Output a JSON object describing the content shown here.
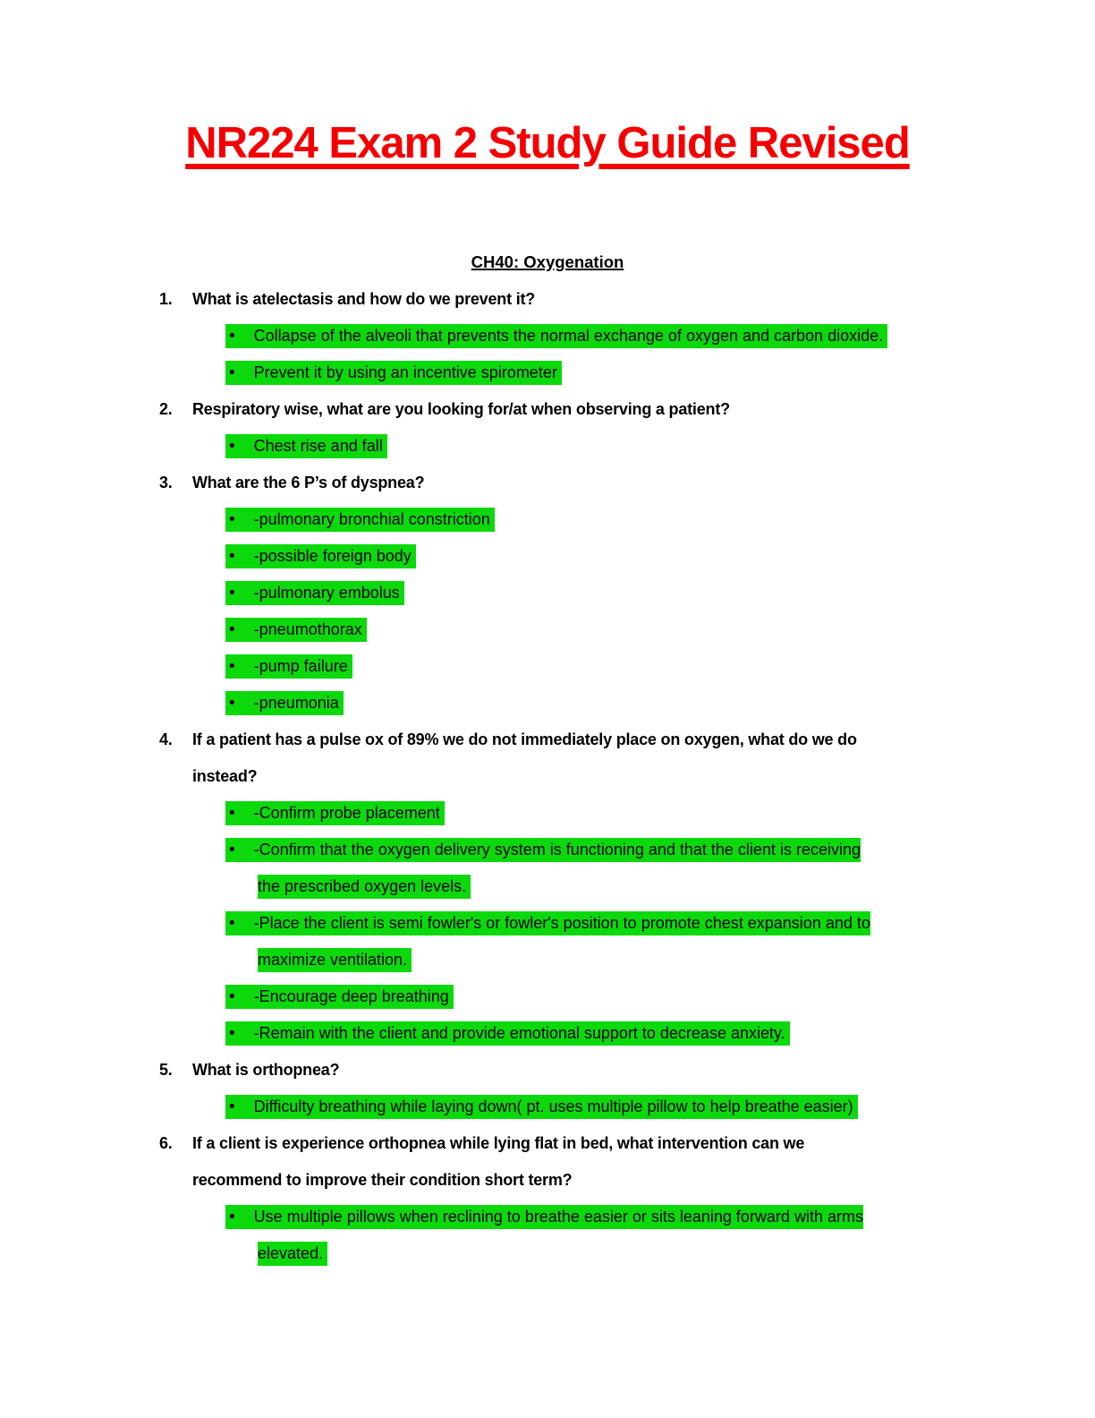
{
  "document": {
    "title": "NR224 Exam 2 Study Guide Revised",
    "section_heading": "CH40: Oxygenation",
    "bullet_glyph": "•",
    "colors": {
      "title": "#f40000",
      "highlight": "#0cd90c",
      "text": "#000000",
      "background": "#ffffff"
    }
  },
  "questions": [
    {
      "number": "1.",
      "text": "What is atelectasis and how do we prevent it?",
      "answers": [
        "Collapse of the alveoli that prevents the normal exchange of oxygen and carbon dioxide.",
        "Prevent it by using an incentive spirometer"
      ]
    },
    {
      "number": "2.",
      "text": "Respiratory wise, what are you looking for/at when observing a patient?",
      "answers": [
        "Chest rise and fall"
      ]
    },
    {
      "number": "3.",
      "text": "What are the 6 P’s of dyspnea?",
      "answers": [
        "-pulmonary bronchial constriction",
        "-possible foreign body",
        "-pulmonary embolus",
        "-pneumothorax",
        "-pump failure",
        "-pneumonia"
      ]
    },
    {
      "number": "4.",
      "text": "If a patient has a pulse ox of 89% we do not immediately place on oxygen, what do we do\ninstead?",
      "answers": [
        "-Confirm probe placement",
        "-Confirm that the oxygen delivery system is functioning and that the client is receiving\nthe prescribed oxygen levels.",
        "-Place the client is semi fowler's or fowler's position to promote chest expansion and to\nmaximize ventilation.",
        "-Encourage deep breathing",
        "-Remain with the client and provide emotional support to decrease anxiety."
      ]
    },
    {
      "number": "5.",
      "text": "What is orthopnea?",
      "answers": [
        "Difficulty breathing while laying down( pt. uses multiple pillow to help breathe easier)"
      ]
    },
    {
      "number": "6.",
      "text": "If a client is experience orthopnea while lying flat in bed, what intervention can we\nrecommend to improve their condition short term?",
      "answers": [
        "Use multiple pillows when reclining to breathe easier or sits leaning forward with arms\nelevated."
      ]
    }
  ]
}
